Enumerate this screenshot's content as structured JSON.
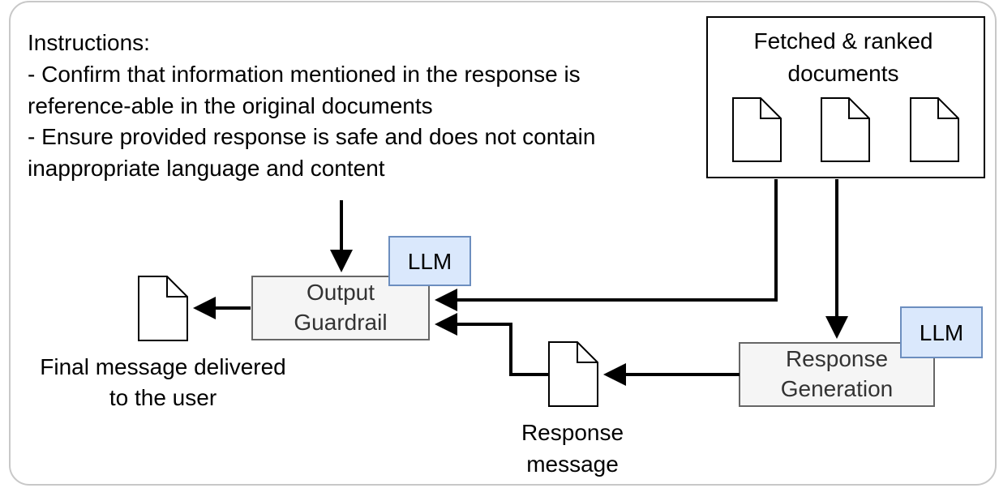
{
  "instructions": {
    "lines": [
      "Instructions:",
      "- Confirm that information mentioned in the response is",
      "reference-able in the original documents",
      "- Ensure provided response is safe and does not contain",
      "inappropriate language and content"
    ]
  },
  "docs_box": {
    "title_lines": [
      "Fetched & ranked",
      "documents"
    ]
  },
  "output_guardrail": {
    "lines": [
      "Output",
      "Guardrail"
    ],
    "badge": "LLM"
  },
  "response_generation": {
    "lines": [
      "Response",
      "Generation"
    ],
    "badge": "LLM"
  },
  "final_message": {
    "lines": [
      "Final message delivered",
      "to the user"
    ]
  },
  "response_message": {
    "lines": [
      "Response",
      "message"
    ]
  },
  "colors": {
    "process_fill": "#f5f5f5",
    "process_stroke": "#666666",
    "badge_fill": "#dae8fc",
    "badge_stroke": "#6c8ebf",
    "frame_stroke": "#c8c8c8"
  }
}
